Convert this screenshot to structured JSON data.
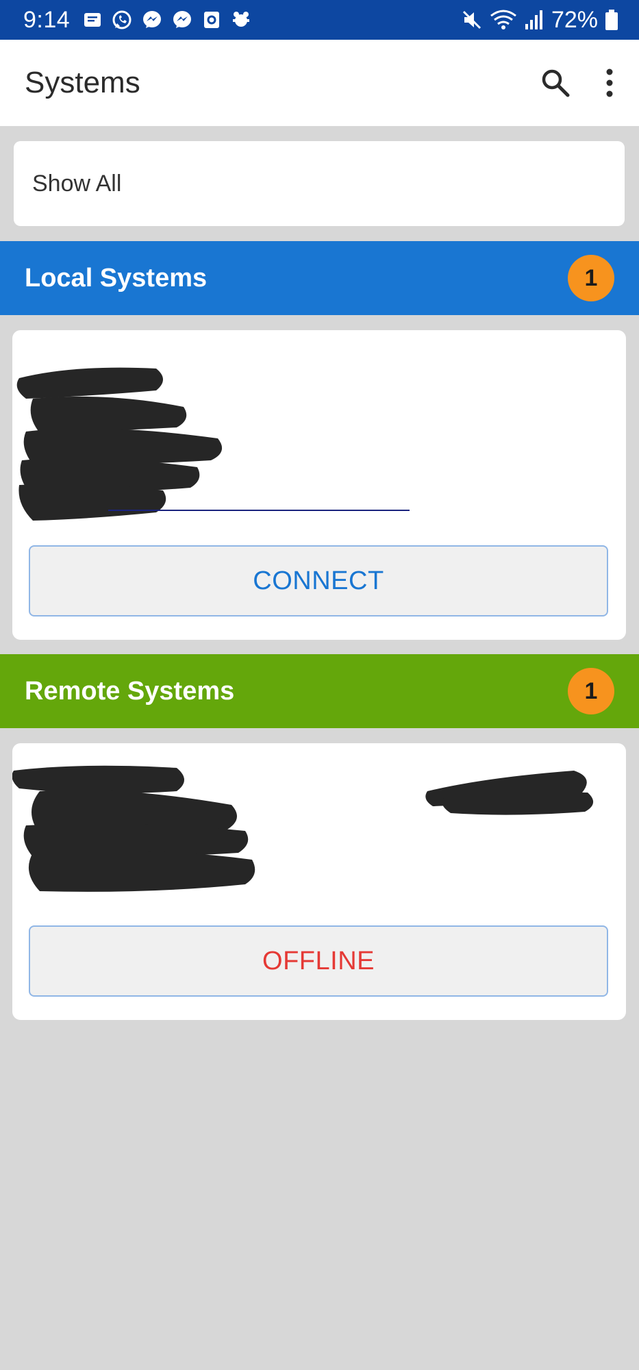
{
  "status_bar": {
    "time": "9:14",
    "battery": "72%",
    "notification_icons": [
      "message-icon",
      "whatsapp-icon",
      "messenger-icon",
      "messenger-icon",
      "outlook-icon",
      "app-icon"
    ],
    "status_icons": [
      "mute-icon",
      "wifi-icon",
      "signal-icon",
      "battery-icon"
    ]
  },
  "app_bar": {
    "title": "Systems",
    "actions": [
      "search-icon",
      "more-vert-icon"
    ]
  },
  "filter": {
    "label": "Show All"
  },
  "local_systems": {
    "title": "Local Systems",
    "count": "1",
    "button_label": "CONNECT"
  },
  "remote_systems": {
    "title": "Remote Systems",
    "count": "1",
    "button_label": "OFFLINE"
  },
  "colors": {
    "status_bar": "#0d47a1",
    "local_header": "#1976d2",
    "remote_header": "#64a70b",
    "badge": "#f7931e",
    "connect_text": "#1976d2",
    "offline_text": "#e53935",
    "background": "#d7d7d7"
  }
}
